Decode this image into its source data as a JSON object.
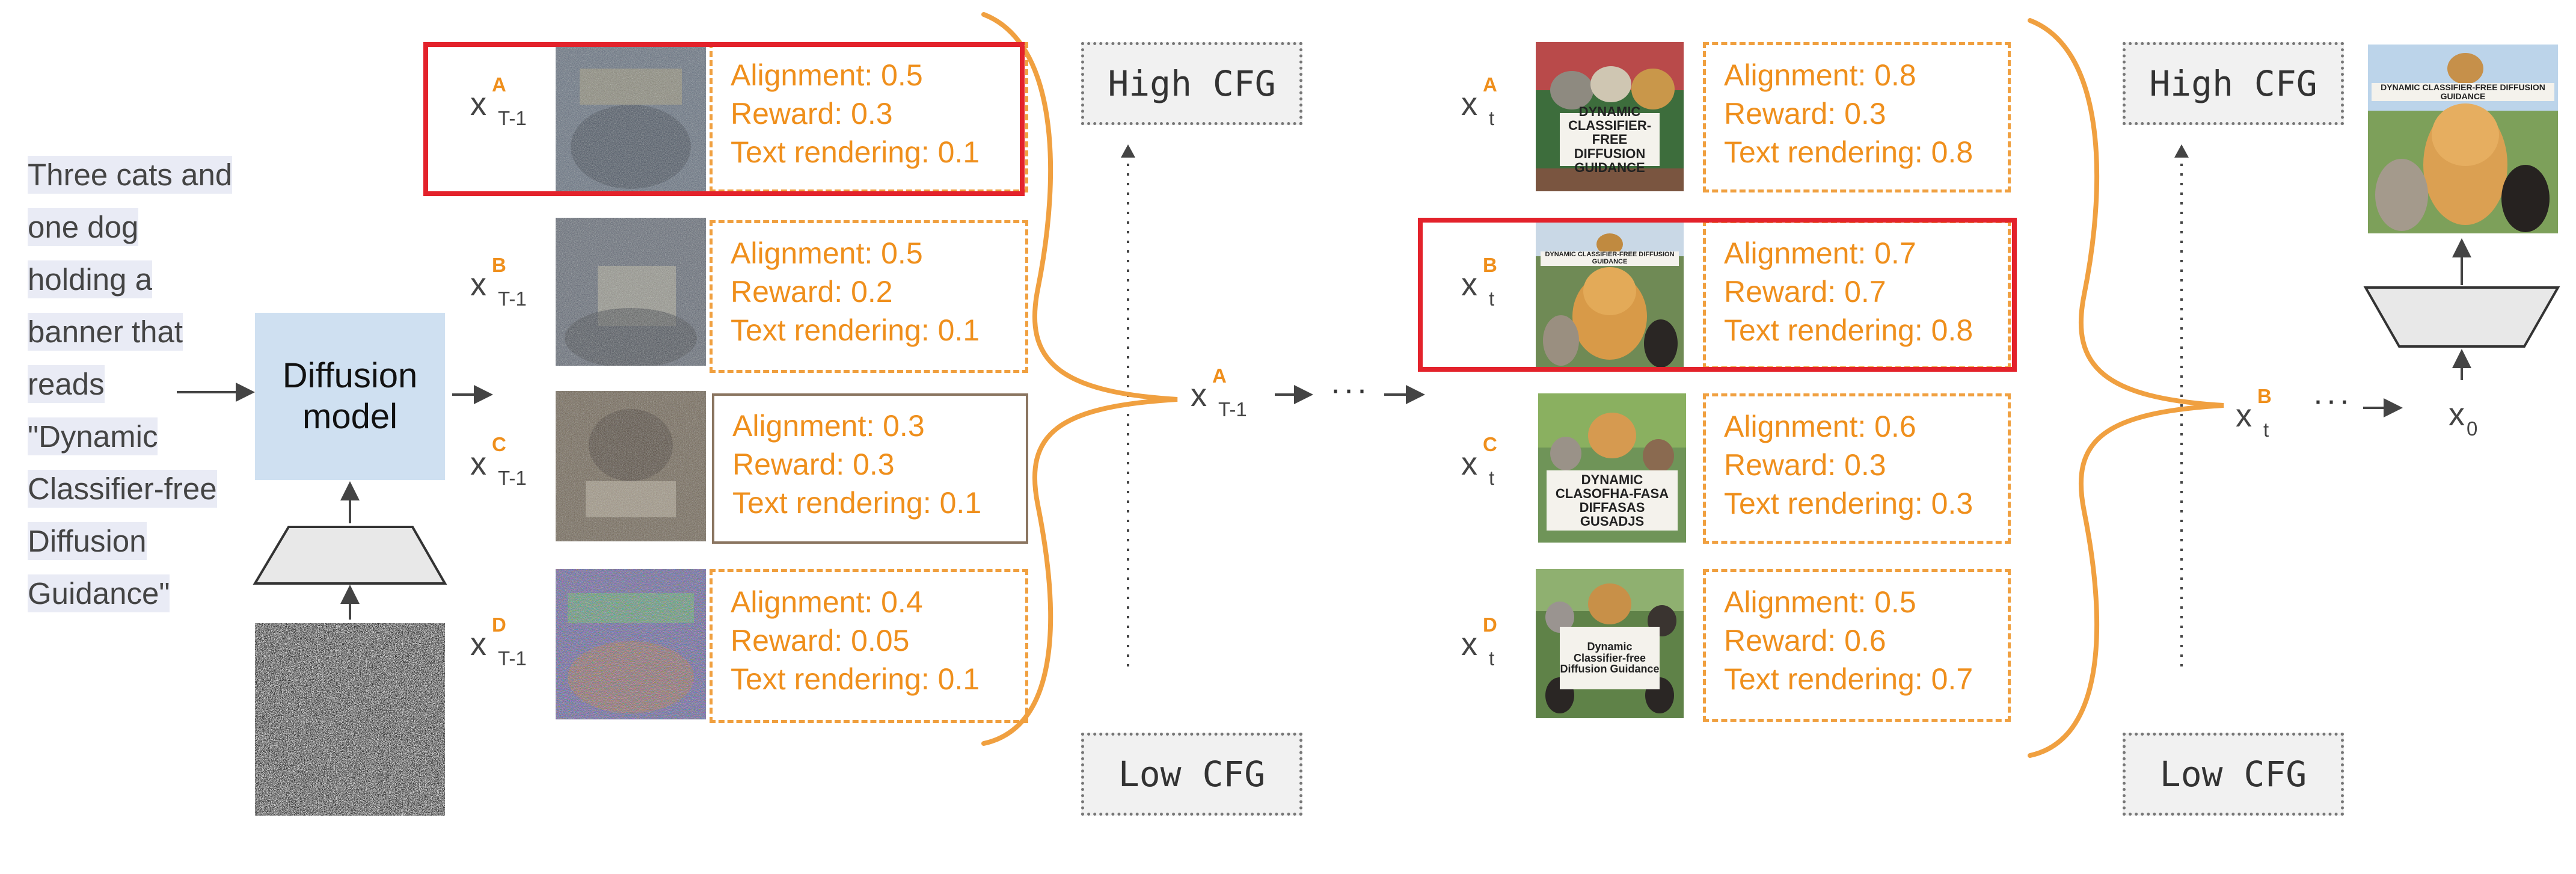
{
  "prompt_lines": [
    "Three cats and",
    "one dog",
    "holding a",
    "banner that",
    "reads",
    "\"Dynamic",
    "Classifier-free",
    "Diffusion",
    "Guidance\""
  ],
  "model": {
    "line1": "Diffusion",
    "line2": "model"
  },
  "cfg": {
    "high": "High CFG",
    "low": "Low CFG"
  },
  "ellipsis": "···",
  "step1": {
    "candidates": [
      {
        "letter": "A",
        "sub": "T-1",
        "alignment": "Alignment: 0.5",
        "reward": "Reward: 0.3",
        "text": "Text rendering: 0.1",
        "selected": true
      },
      {
        "letter": "B",
        "sub": "T-1",
        "alignment": "Alignment: 0.5",
        "reward": "Reward: 0.2",
        "text": "Text rendering: 0.1",
        "selected": false
      },
      {
        "letter": "C",
        "sub": "T-1",
        "alignment": "Alignment: 0.3",
        "reward": "Reward: 0.3",
        "text": "Text rendering: 0.1",
        "selected": false
      },
      {
        "letter": "D",
        "sub": "T-1",
        "alignment": "Alignment: 0.4",
        "reward": "Reward: 0.05",
        "text": "Text rendering: 0.1",
        "selected": false
      }
    ],
    "output": {
      "letter": "A",
      "sub": "T-1"
    }
  },
  "step2": {
    "candidates": [
      {
        "letter": "A",
        "sub": "t",
        "alignment": "Alignment: 0.8",
        "reward": "Reward: 0.3",
        "text": "Text rendering: 0.8",
        "selected": false,
        "banner": "DYNAMIC CLASSIFIER-FREE DIFFUSION GUIDANCE"
      },
      {
        "letter": "B",
        "sub": "t",
        "alignment": "Alignment: 0.7",
        "reward": "Reward: 0.7",
        "text": "Text rendering: 0.8",
        "selected": true,
        "banner": "DYNAMIC CLASSIFIER-FREE DIFFUSION GUIDANCE"
      },
      {
        "letter": "C",
        "sub": "t",
        "alignment": "Alignment: 0.6",
        "reward": "Reward: 0.3",
        "text": "Text rendering: 0.3",
        "selected": false,
        "banner": "DYNAMIC CLASOFHA-FASA DIFFASAS GUSADJS"
      },
      {
        "letter": "D",
        "sub": "t",
        "alignment": "Alignment: 0.5",
        "reward": "Reward: 0.6",
        "text": "Text rendering: 0.7",
        "selected": false,
        "banner": "Dynamic Classifier-free Diffusion Guidance"
      }
    ],
    "output": {
      "letter": "B",
      "sub": "t"
    }
  },
  "final": {
    "label": "x",
    "sub": "0",
    "banner": "DYNAMIC CLASSIFIER-FREE DIFFUSION GUIDANCE"
  },
  "colors": {
    "accent": "#ef8f1c",
    "select": "#e3222b",
    "model": "#cfe0f1",
    "arrow": "#444444"
  }
}
